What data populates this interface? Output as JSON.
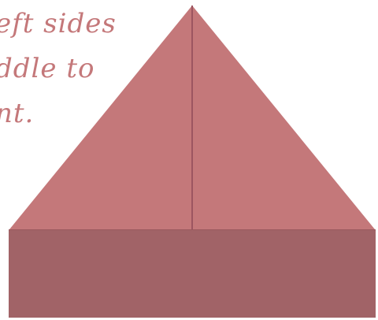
{
  "instruction": {
    "line1": "eft sides",
    "line2": "ddle to",
    "line3": "nt."
  },
  "colors": {
    "triangle_fill": "#c4787a",
    "center_crease": "#9c5560",
    "base_band_fill": "#a16367",
    "text": "#c4787a",
    "background": "#ffffff"
  }
}
